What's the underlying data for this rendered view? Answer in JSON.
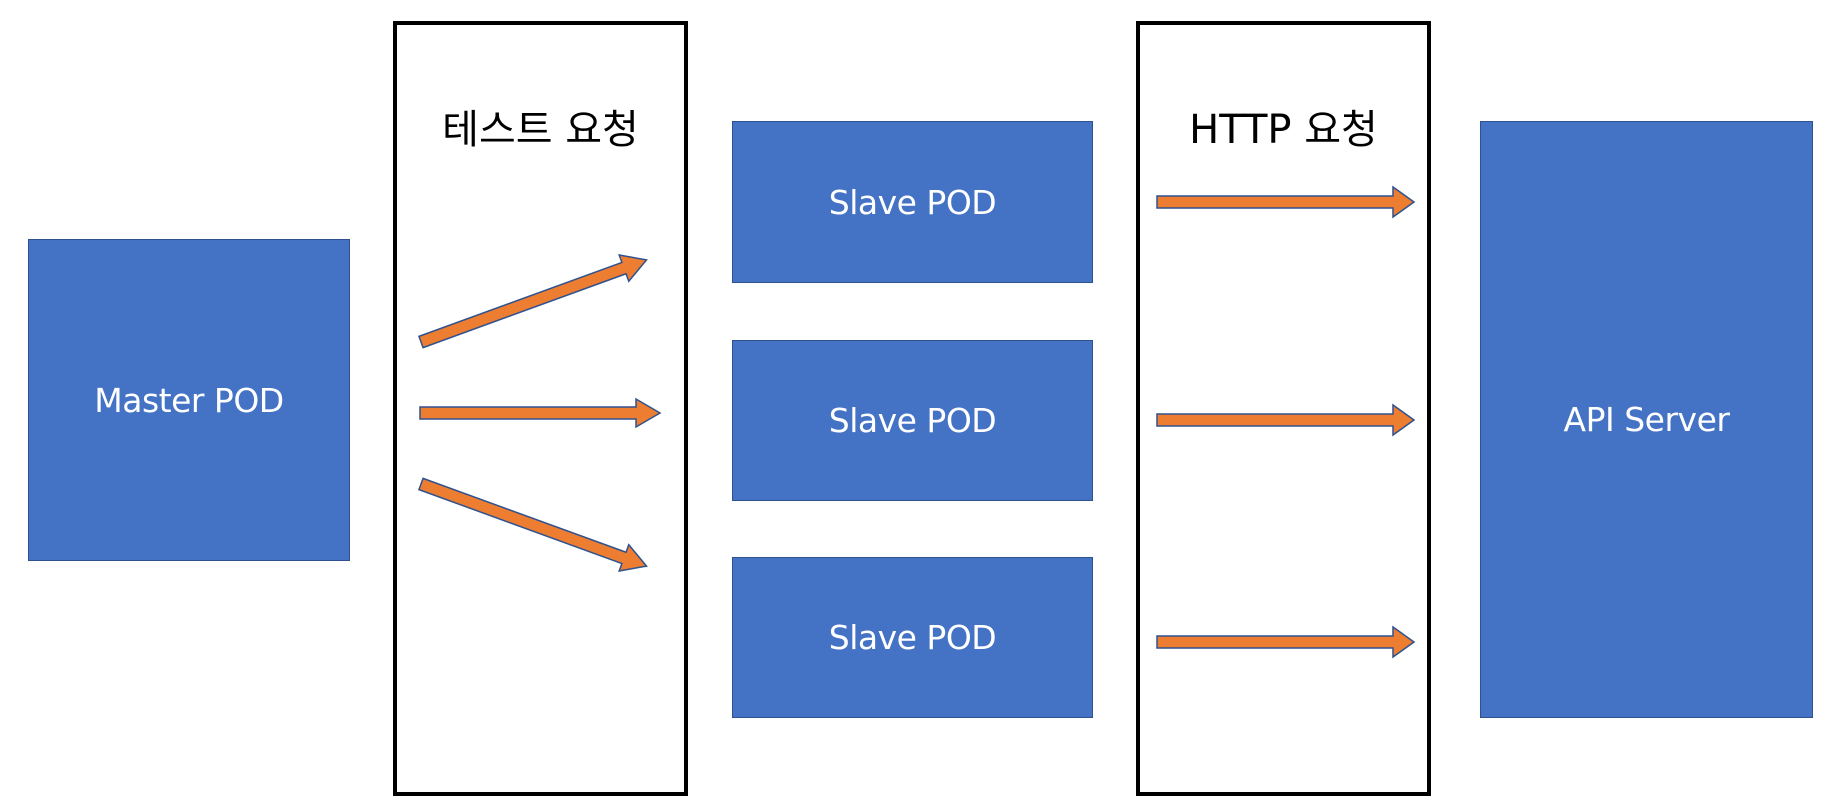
{
  "diagram": {
    "master_pod": {
      "label": "Master POD"
    },
    "slave_pods": [
      {
        "label": "Slave POD"
      },
      {
        "label": "Slave POD"
      },
      {
        "label": "Slave POD"
      }
    ],
    "api_server": {
      "label": "API Server"
    },
    "test_request_panel": {
      "label": "테스트 요청"
    },
    "http_request_panel": {
      "label": "HTTP 요청"
    }
  },
  "colors": {
    "node_fill": "#4472c4",
    "node_border": "#2f528f",
    "arrow_fill": "#ed7d31",
    "arrow_stroke": "#2f528f",
    "panel_border": "#000000"
  }
}
